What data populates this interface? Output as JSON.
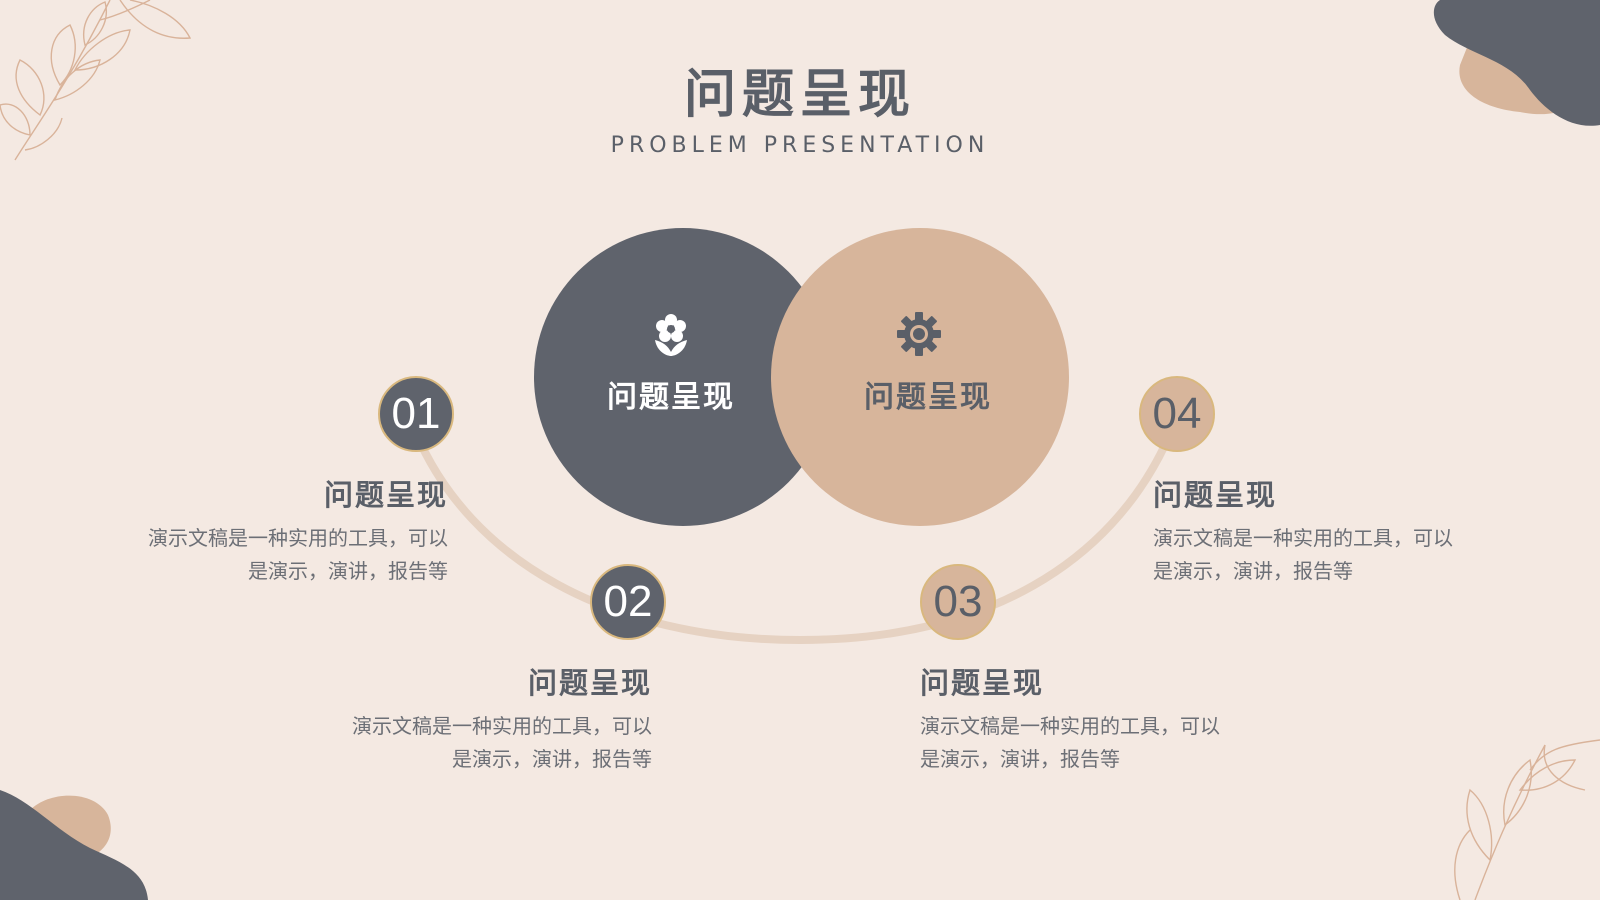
{
  "slide": {
    "title": "问题呈现",
    "subtitle": "PROBLEM PRESENTATION"
  },
  "colors": {
    "background": "#f4e9e2",
    "dark": "#5f636c",
    "tan": "#d7b59b",
    "text": "#5a5f68",
    "gold": "#d9b87e"
  },
  "circles": [
    {
      "label": "问题呈现",
      "icon": "flower-icon"
    },
    {
      "label": "问题呈现",
      "icon": "gear-icon"
    }
  ],
  "items": [
    {
      "number": "01",
      "title": "问题呈现",
      "desc_line1": "演示文稿是一种实用的工具，可以",
      "desc_line2": "是演示，演讲，报告等"
    },
    {
      "number": "02",
      "title": "问题呈现",
      "desc_line1": "演示文稿是一种实用的工具，可以",
      "desc_line2": "是演示，演讲，报告等"
    },
    {
      "number": "03",
      "title": "问题呈现",
      "desc_line1": "演示文稿是一种实用的工具，可以",
      "desc_line2": "是演示，演讲，报告等"
    },
    {
      "number": "04",
      "title": "问题呈现",
      "desc_line1": "演示文稿是一种实用的工具，可以",
      "desc_line2": "是演示，演讲，报告等"
    }
  ]
}
